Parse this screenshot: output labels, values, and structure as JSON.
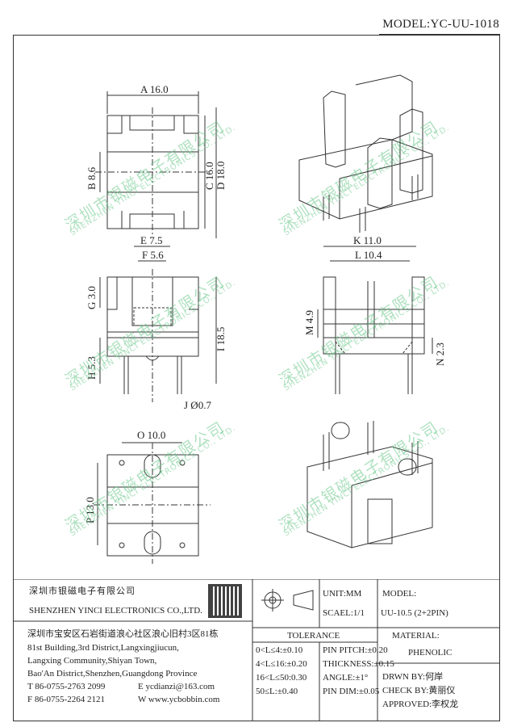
{
  "header": {
    "model": "MODEL:YC-UU-1018"
  },
  "dimensions": {
    "A": "A 16.0",
    "B": "B 8.6",
    "C": "C 16.0",
    "D": "D 18.0",
    "E": "E 7.5",
    "F": "F 5.6",
    "G": "G 3.0",
    "H": "H 5.3",
    "I": "I 18.5",
    "J": "J Ø0.7",
    "K": "K 11.0",
    "L": "L 10.4",
    "M": "M 4.9",
    "N": "N 2.3",
    "O": "O 10.0",
    "P": "P 13.0"
  },
  "watermark": {
    "cn": "深圳市银磁电子有限公司",
    "en": "SHENZHEN YINCI ELECTRONICS CO., LTD."
  },
  "company": {
    "name_cn": "深圳市银磁电子有限公司",
    "name_en": "SHENZHEN YINCI ELECTRONICS CO.,LTD.",
    "address": [
      "深圳市宝安区石岩街道浪心社区浪心旧村3区81栋",
      "81st Building,3rd District,Langxingjiucun,",
      "Langxing Community,Shiyan Town,",
      "Bao'An District,Shenzhen,Guangdong Province"
    ],
    "tel": "T 86-0755-2763 2099",
    "email": "E ycdianzi@163.com",
    "fax": "F 86-0755-2264 2121",
    "web": "W www.ycbobbin.com"
  },
  "title_block": {
    "unit": "UNIT:MM",
    "scale": "SCAEL:1/1",
    "model_label": "MODEL:",
    "model_value": "UU-10.5 (2+2PIN)",
    "tolerance_label": "TOLERANCE",
    "tolerances_left": [
      "0<L≤4:±0.10",
      "4<L≤16:±0.20",
      "16<L≤50:0.30",
      "50≤L:±0.40"
    ],
    "tolerances_right": [
      "PIN PITCH:±0.20",
      "THICKNESS:±0.15",
      "ANGLE:±1°",
      "PIN DIM:±0.05"
    ],
    "material_label": "MATERIAL:",
    "material_value": "PHENOLIC",
    "drawn_by": "DRWN BY:何岸",
    "check_by": "CHECK BY:黄丽仪",
    "approved": "APPROVED:李权龙"
  }
}
